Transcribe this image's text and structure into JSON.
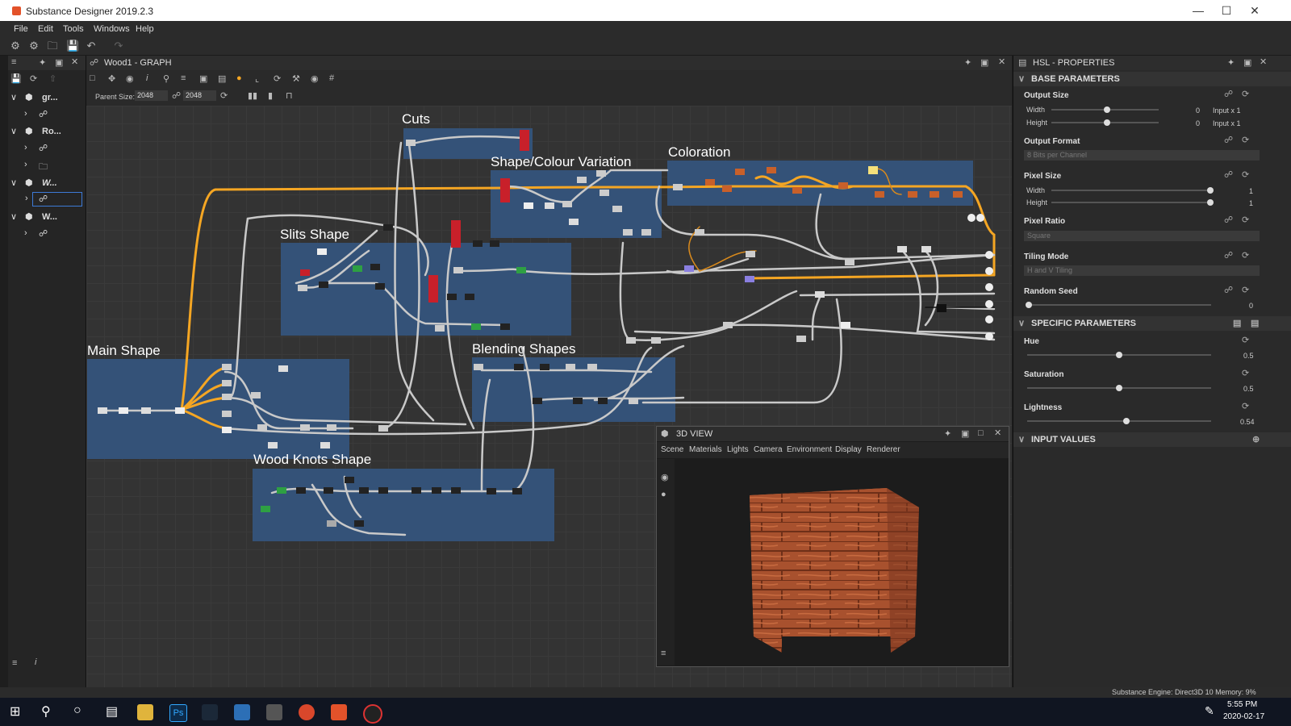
{
  "app": {
    "title": "Substance Designer 2019.2.3"
  },
  "menu": [
    "File",
    "Edit",
    "Tools",
    "Windows",
    "Help"
  ],
  "explorer": {
    "items": [
      {
        "label": "gr...",
        "level": 0
      },
      {
        "label": "",
        "level": 1
      },
      {
        "label": "Ro...",
        "level": 0
      },
      {
        "label": "",
        "level": 1
      },
      {
        "label": "",
        "level": 1
      },
      {
        "label": "W...",
        "level": 0
      },
      {
        "label": "",
        "level": 1
      },
      {
        "label": "W...",
        "level": 0
      },
      {
        "label": "",
        "level": 1
      }
    ]
  },
  "graph": {
    "title": "Wood1 - GRAPH",
    "parent_size_label": "Parent Size:",
    "width_value": "2048",
    "height_value": "2048",
    "frames": [
      {
        "label": "Cuts"
      },
      {
        "label": "Shape/Colour Variation"
      },
      {
        "label": "Coloration"
      },
      {
        "label": "Slits Shape"
      },
      {
        "label": "Main Shape"
      },
      {
        "label": "Blending Shapes"
      },
      {
        "label": "Wood Knots Shape"
      }
    ]
  },
  "properties": {
    "title": "HSL - PROPERTIES",
    "base_section": "BASE PARAMETERS",
    "output_size": {
      "label": "Output Size",
      "width_label": "Width",
      "height_label": "Height",
      "width_value": "0",
      "height_value": "0",
      "width_suffix": "Input x 1",
      "height_suffix": "Input x 1"
    },
    "output_format": {
      "label": "Output Format",
      "value": "8 Bits per Channel"
    },
    "pixel_size": {
      "label": "Pixel Size",
      "width_label": "Width",
      "height_label": "Height",
      "width_value": "1",
      "height_value": "1"
    },
    "pixel_ratio": {
      "label": "Pixel Ratio",
      "value": "Square"
    },
    "tiling_mode": {
      "label": "Tiling Mode",
      "value": "H and V Tiling"
    },
    "random_seed": {
      "label": "Random Seed",
      "value": "0"
    },
    "specific_section": "SPECIFIC PARAMETERS",
    "hue": {
      "label": "Hue",
      "value": "0.5",
      "level": 0.5
    },
    "saturation": {
      "label": "Saturation",
      "value": "0.5",
      "level": 0.5
    },
    "lightness": {
      "label": "Lightness",
      "value": "0.54",
      "level": 0.54
    },
    "input_section": "INPUT VALUES"
  },
  "view3d": {
    "title": "3D VIEW",
    "menu": [
      "Scene",
      "Materials",
      "Lights",
      "Camera",
      "Environment",
      "Display",
      "Renderer"
    ]
  },
  "status": {
    "engine": "Substance Engine: Direct3D 10  Memory: 9%"
  },
  "taskbar": {
    "time": "5:55 PM",
    "date": "2020-02-17"
  },
  "colors": {
    "accent": "#f5a623",
    "frame": "#34557e",
    "node_red": "#c8202a"
  }
}
